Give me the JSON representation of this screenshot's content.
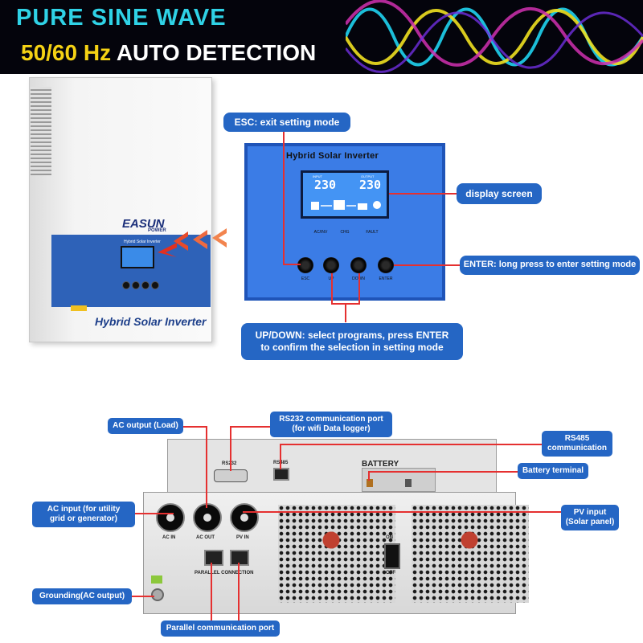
{
  "banner": {
    "line1": "PURE SINE WAVE",
    "line2_hz": "50/60 Hz",
    "line2_rest": " AUTO DETECTION",
    "wave_colors": [
      "#1fd3f0",
      "#f0e020",
      "#d030b0",
      "#7030e0"
    ]
  },
  "inverter": {
    "brand": "EASUN",
    "brand_sub": "POWER",
    "front_label": "Hybrid Solar Inverter",
    "panel_small_title": "Hybrid Solar Inverter"
  },
  "panel": {
    "title": "Hybrid Solar Inverter",
    "lcd_input_label": "INPUT",
    "lcd_output_label": "OUTPUT",
    "lcd_input_value": "230",
    "lcd_output_value": "230",
    "indicator_labels": [
      "AC/INV",
      "CHG",
      "FAULT"
    ],
    "buttons": [
      "ESC",
      "UP",
      "DOWN",
      "ENTER"
    ]
  },
  "callouts": {
    "esc": "ESC: exit setting mode",
    "display": "display screen",
    "enter": "ENTER: long press  to enter setting mode",
    "updown_1": "UP/DOWN: select programs, press ENTER",
    "updown_2": "to confirm the selection in setting mode",
    "ac_output": "AC output (Load)",
    "rs232_1": "RS232 communication port",
    "rs232_2": "(for wifi Data logger)",
    "rs485_1": "RS485",
    "rs485_2": "communication",
    "battery_terminal": "Battery terminal",
    "ac_input_1": "AC input (for utility",
    "ac_input_2": "grid or generator)",
    "pv_input_1": "PV input",
    "pv_input_2": "(Solar panel)",
    "grounding": "Grounding(AC output)",
    "parallel_port": "Parallel communication port"
  },
  "unit": {
    "rs232": "RS232",
    "rs485": "RS485",
    "battery": "BATTERY",
    "ac_in": "AC IN",
    "ac_out": "AC OUT",
    "pv_in": "PV IN",
    "parallel": "PARALLEL CONNECTION",
    "on": "ON",
    "off": "OFF"
  }
}
